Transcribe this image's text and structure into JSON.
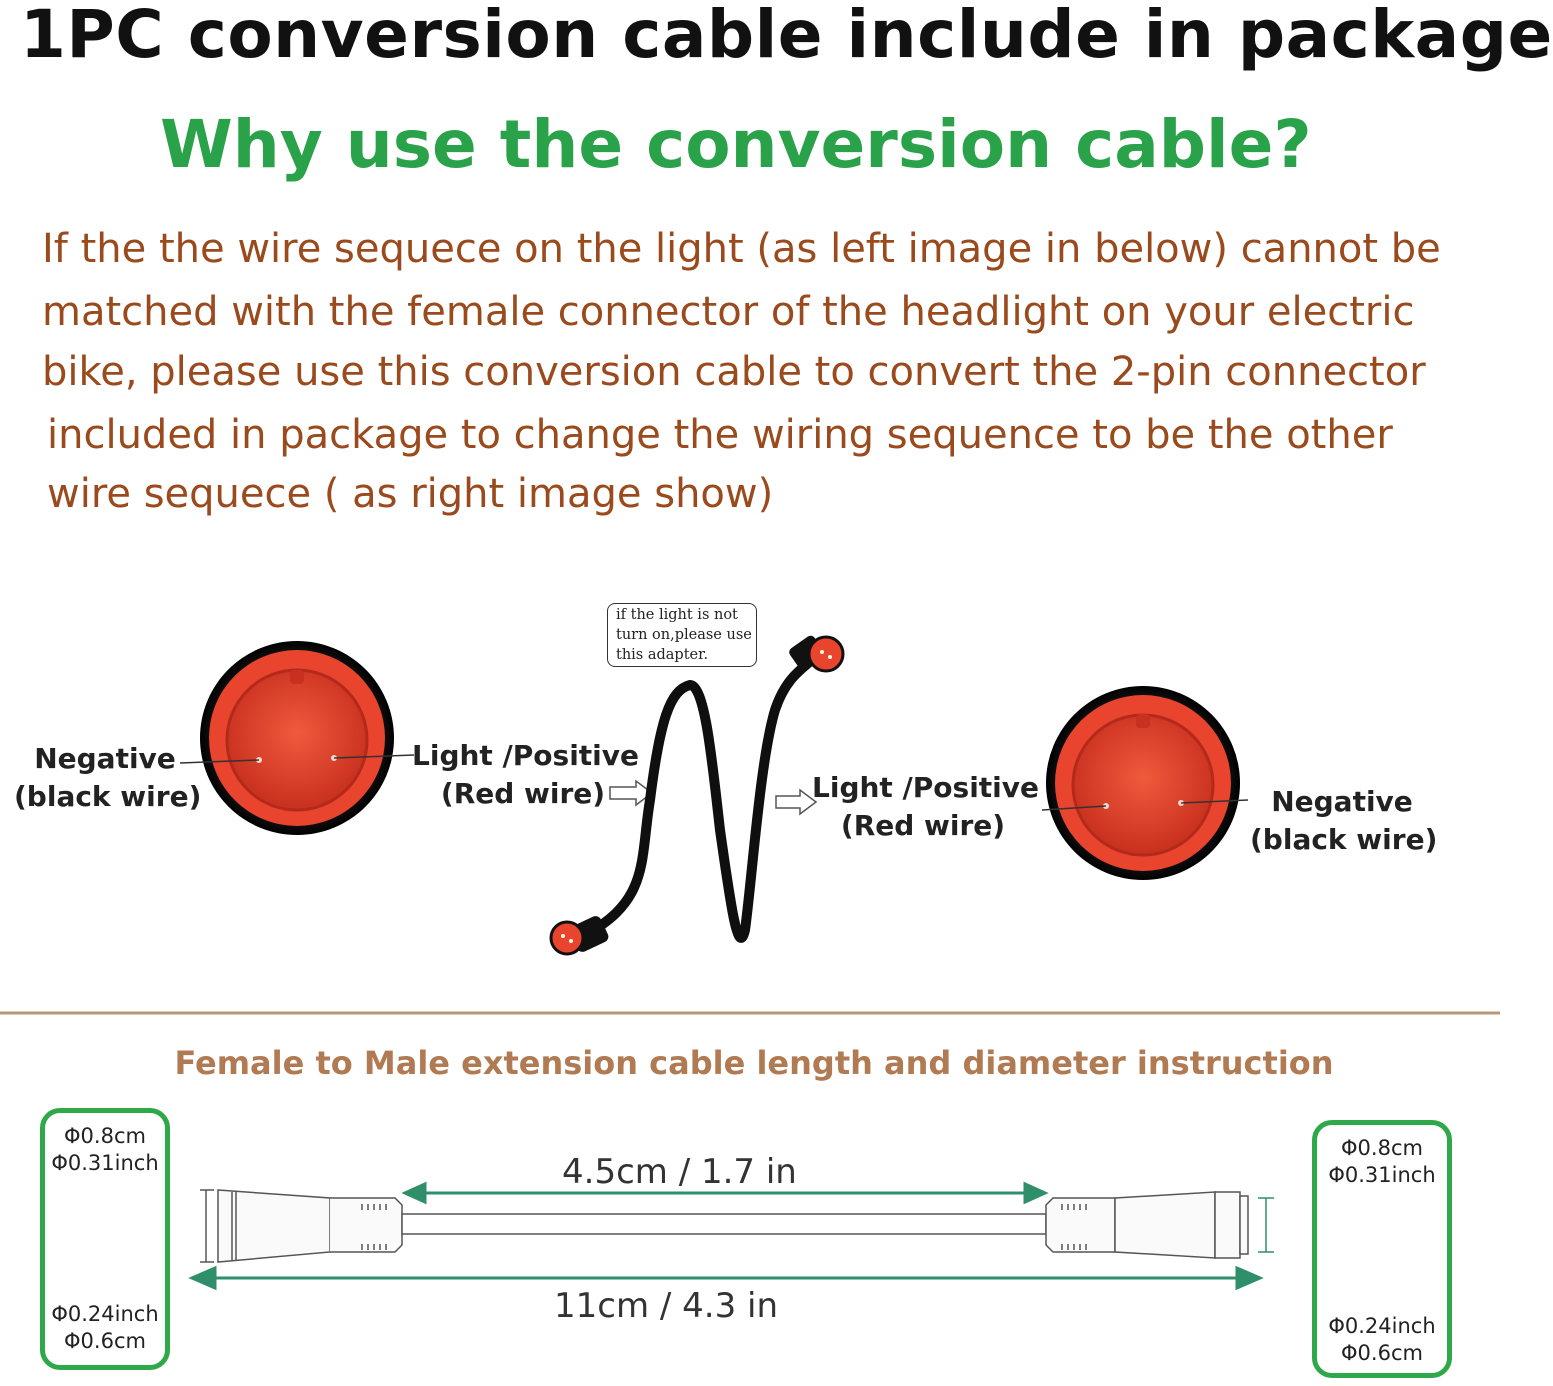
{
  "header": {
    "title": "1PC conversion cable include in package",
    "subtitle": "Why use the conversion cable?"
  },
  "description": {
    "lines": [
      "If the the wire sequece on the light (as left image in below) cannot be",
      "matched with the female connector of the headlight on your  electric",
      "bike, please use this conversion cable to convert the 2-pin connector",
      "included in package to change the wiring sequence to be the other",
      "wire sequece ( as right image show)"
    ]
  },
  "diagram": {
    "left_connector": {
      "negative": "Negative",
      "negative_sub": "(black wire)",
      "positive": "Light /Positive",
      "positive_sub": "(Red wire)"
    },
    "right_connector": {
      "positive": "Light /Positive",
      "positive_sub": "(Red wire)",
      "negative": "Negative",
      "negative_sub": "(black wire)"
    },
    "note_lines": [
      "if the light is not",
      "turn on,please use",
      "this adapter."
    ]
  },
  "extension": {
    "section_title": "Female to Male extension cable length and diameter instruction",
    "left_box": {
      "top1": "Φ0.8cm",
      "top2": "Φ0.31inch",
      "bottom1": "Φ0.24inch",
      "bottom2": "Φ0.6cm"
    },
    "right_box": {
      "top1": "Φ0.8cm",
      "top2": "Φ0.31inch",
      "bottom1": "Φ0.24inch",
      "bottom2": "Φ0.6cm"
    },
    "inner_length": "4.5cm / 1.7 in",
    "total_length": "11cm / 4.3 in"
  },
  "colors": {
    "title": "#111111",
    "subtitle": "#2aa24a",
    "paragraph": "#9a4a1c",
    "section_title": "#b07a52",
    "connector_red": "#e8442e",
    "dim_arrow": "#2f8f6a",
    "box_border": "#2fa84a"
  }
}
